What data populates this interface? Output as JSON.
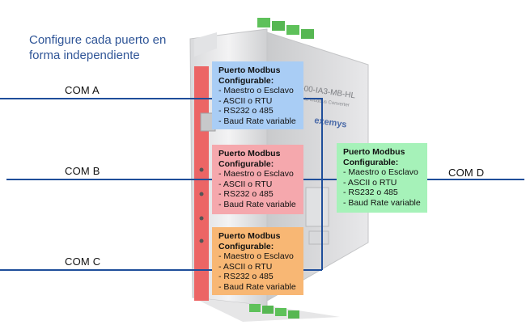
{
  "intro": {
    "line1": "Configure cada puerto en",
    "line2": "forma independiente"
  },
  "device": {
    "model_text": "-00-IA3-MB-HL",
    "subtitle_text": "to Modbus Converter",
    "brand_text": "exemys"
  },
  "ports": {
    "com_a": "COM A",
    "com_b": "COM B",
    "com_c": "COM C",
    "com_d": "COM D"
  },
  "box_common": {
    "title_line1": "Puerto Modbus",
    "title_line2": "Configurable:",
    "item1": "- Maestro o Esclavo",
    "item2": "- ASCII o RTU",
    "item3": "- RS232 o 485",
    "item4": "- Baud Rate variable"
  },
  "colors": {
    "line": "#1f4e9a",
    "box_a": "#a9cdf5",
    "box_b": "#f5a8ad",
    "box_c": "#f8b774",
    "box_d": "#a6f2b9",
    "intro_text": "#2f5597"
  }
}
